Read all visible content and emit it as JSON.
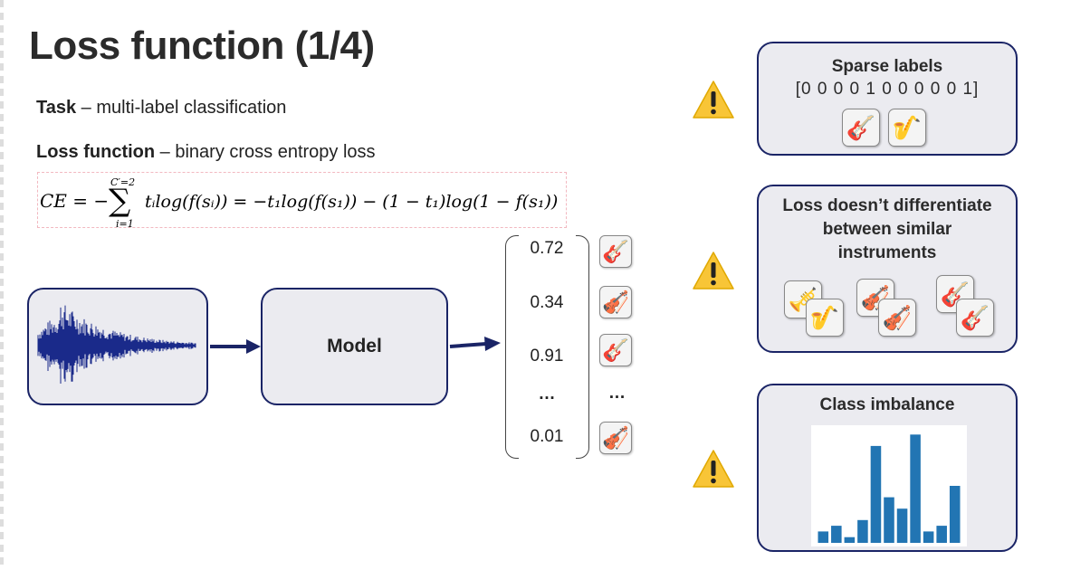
{
  "title": "Loss function (1/4)",
  "task": {
    "label": "Task",
    "text": " – multi-label classification"
  },
  "loss": {
    "label": "Loss function",
    "text": " – binary cross entropy loss"
  },
  "formula": {
    "lhs": "CE = −",
    "sum_top": "C′=2",
    "sum_bottom": "i=1",
    "rhs": "tᵢlog(f(sᵢ)) = −t₁log(f(s₁)) − (1 − t₁)log(1 − f(s₁))"
  },
  "model": {
    "label": "Model"
  },
  "outputs": {
    "scores": [
      "0.72",
      "0.34",
      "0.91",
      "…",
      "0.01"
    ],
    "instruments": [
      "guitar-icon",
      "violin-icon",
      "electric-guitar-icon",
      "…",
      "violin-icon"
    ]
  },
  "panels": {
    "sparse": {
      "title": "Sparse labels",
      "vector": "[0 0 0 0 1 0 0 0 0 0 1]"
    },
    "similar": {
      "title_lines": [
        "Loss doesn’t differentiate",
        "between similar",
        "instruments"
      ]
    },
    "imbalance": {
      "title": "Class imbalance",
      "chart_data": {
        "type": "bar",
        "title": "",
        "values": [
          1.0,
          1.5,
          0.5,
          2.0,
          8.5,
          4.0,
          3.0,
          9.5,
          1.0,
          1.5,
          5.0
        ],
        "ylim": [
          0,
          10
        ],
        "color": "#2275b3"
      }
    }
  },
  "colors": {
    "accent": "#1a2466",
    "panel_bg": "#ebebf0",
    "warning": "#f8c537"
  }
}
